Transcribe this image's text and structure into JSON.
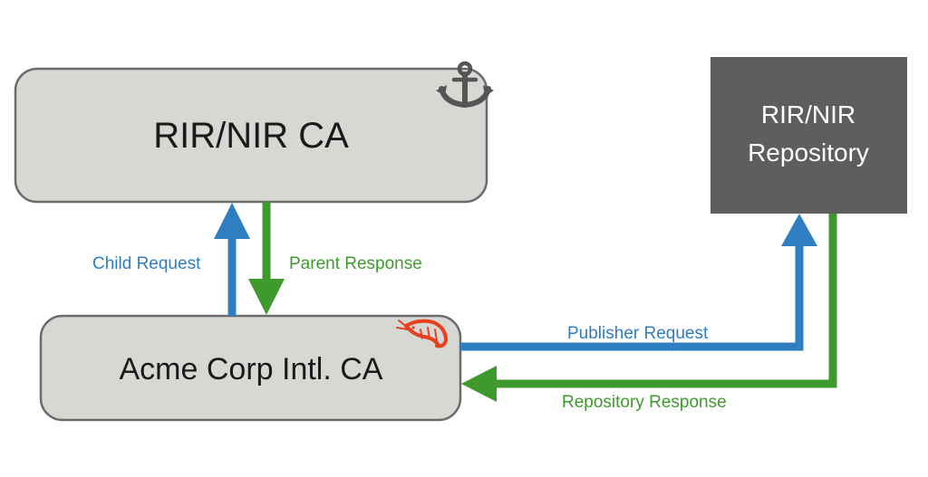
{
  "nodes": {
    "parent_ca": {
      "label": "RIR/NIR CA",
      "icon": "anchor-icon"
    },
    "child_ca": {
      "label": "Acme Corp Intl. CA",
      "icon": "krill-shrimp-icon"
    },
    "repository": {
      "line1": "RIR/NIR",
      "line2": "Repository"
    }
  },
  "edges": {
    "child_request": "Child Request",
    "parent_response": "Parent Response",
    "publisher_request": "Publisher Request",
    "repository_response": "Repository Response"
  },
  "colors": {
    "request": "#2e7ec1",
    "response": "#3f9a2e",
    "box_fill": "#d7d8d3",
    "box_stroke": "#6b6b6b",
    "repo_fill": "#5e5e5e",
    "anchor": "#555555",
    "shrimp": "#e8401f"
  }
}
